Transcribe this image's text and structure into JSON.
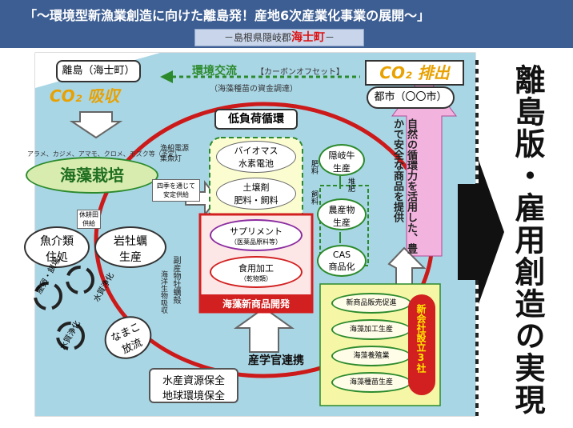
{
  "header": {
    "title": "「〜環境型新漁業創造に向けた離島発！産地6次産業化事業の展開〜」",
    "subtitle_prefix": "－島根県隠岐郡",
    "subtitle_highlight": "海士町",
    "subtitle_suffix": "－"
  },
  "island": {
    "label": "離島（海士町）",
    "co2_label": "CO₂ 吸収"
  },
  "city": {
    "co2_label": "CO₂ 排出",
    "label": "都市（〇〇市）"
  },
  "exchange": {
    "label": "環境交流",
    "sub1": "【カーボンオフセット】",
    "sub2": "（海藻種苗の資金調達）"
  },
  "cycle_label": "低負荷循環",
  "seaweed": {
    "species": "アラメ、カジメ、アマモ、クロメ、モズク等（予定）",
    "label": "海藻栽培",
    "light_note": "漁船電源\n集魚灯",
    "fallow_label": "休耕田\n供給",
    "supply_note": "四季を通じて\n安定供給"
  },
  "habitat": {
    "fish": "魚介類\n住処",
    "oyster": "岩牡蠣\n生産",
    "oyster_note": "副産物牡蠣殻",
    "oyster_note2": "海洋生物吸収",
    "spawn": "産卵・餌場",
    "water1": "水質浄化",
    "water2": "水質浄化",
    "namako": "なまこ\n放流"
  },
  "center": {
    "biomass": "バイオマス\n水素電池",
    "soil": "土壌剤\n肥料・飼料",
    "supplement": "サプリメント",
    "supplement_sub": "（医薬品原料等）",
    "food": "食用加工",
    "food_sub": "（乾物類）",
    "new_products": "海藻新商品開発"
  },
  "farm": {
    "cattle": "隠岐牛\n生産",
    "crops": "農産物\n生産",
    "cas": "CAS\n商品化",
    "fert": "肥料",
    "feed": "飼料",
    "compost": "堆肥"
  },
  "message": "自然の循環力を活用した、豊かで安全な商品を提供",
  "company": {
    "items": [
      "新商品販売促進",
      "海藻加工生産",
      "海藻養殖業",
      "海藻種苗生産"
    ],
    "label": "新会社設立3社"
  },
  "collab": "産学官連携",
  "conservation": "水産資源保全\n地球環境保全",
  "side_title": "離島版・雇用創造の実現",
  "colors": {
    "header_bg": "#3d5e93",
    "accent_red": "#cc1a1a",
    "green_dark": "#2c8a2c",
    "seaweed_fill": "#d8ecb0",
    "pink": "#f0a0d8",
    "yellow": "#f5f7a6"
  }
}
